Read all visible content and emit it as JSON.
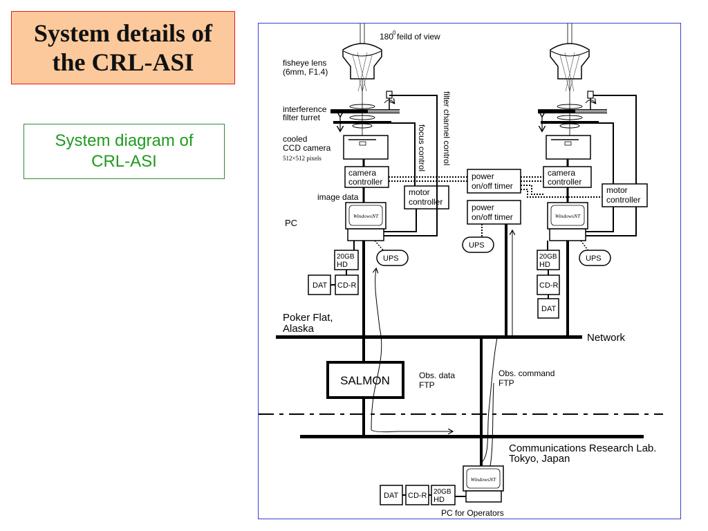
{
  "slide": {
    "title": "System details of\nthe CRL-ASI",
    "subtitle": "System diagram of\nCRL-ASI",
    "colors": {
      "title_fill": "#fbc99b",
      "title_border": "#e41b1b",
      "subtitle_text": "#1f9a1f",
      "subtitle_border": "#2e8b2e",
      "diagram_border": "#3a3ad8"
    }
  },
  "diagram": {
    "field_of_view": "180",
    "field_of_view_exp": "0",
    "field_of_view_rest": "feild of view",
    "fisheye_lens_1": "fisheye lens",
    "fisheye_lens_2": "(6mm, F1.4)",
    "filter_turret_1": "interference",
    "filter_turret_2": "filter turret",
    "ccd_1": "cooled",
    "ccd_2": "CCD camera",
    "ccd_3": "512×512  pixels",
    "filter_channel_control": "filter channel control",
    "focus_control": "focus control",
    "camera_controller_1": "camera",
    "camera_controller_2": "controller",
    "motor_controller_1": "motor",
    "motor_controller_2": "controller",
    "power_timer_1": "power",
    "power_timer_2": "on/off timer",
    "image_data": "image data",
    "pc": "PC",
    "windows_nt": "WindowsNT",
    "ups": "UPS",
    "hd_1": "20GB",
    "hd_2": "HD",
    "dat": "DAT",
    "cdr": "CD-R",
    "site_1": "Poker Flat,",
    "site_2": "Alaska",
    "network": "Network",
    "salmon": "SALMON",
    "obs_data_1": "Obs. data",
    "obs_data_2": "FTP",
    "obs_command_1": "Obs. command",
    "obs_command_2": "FTP",
    "crl_1": "Communications Research Lab.",
    "crl_2": "Tokyo, Japan",
    "pc_operators": "PC for Operators"
  }
}
